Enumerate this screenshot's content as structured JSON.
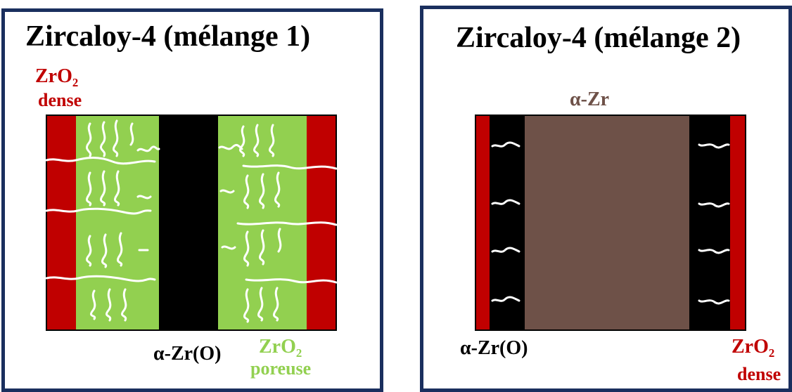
{
  "panel1": {
    "title": "Zircaloy-4 (mélange 1)",
    "zro2_dense_label": {
      "formula": "ZrO",
      "subscript": "2",
      "qualifier": "dense"
    },
    "alpha_zr_o_label": "α-Zr(O)",
    "zro2_porous_label": {
      "formula": "ZrO",
      "subscript": "2",
      "qualifier": "poreuse"
    }
  },
  "panel2": {
    "title": "Zircaloy-4 (mélange 2)",
    "alpha_zr_label": "α-Zr",
    "alpha_zr_o_label": "α-Zr(O)",
    "zro2_dense_label": {
      "formula": "ZrO",
      "subscript": "2",
      "qualifier": "dense"
    }
  },
  "colors": {
    "frame": "#1a2f5e",
    "zro2_dense": "#c00000",
    "zro2_porous": "#92d050",
    "alpha_zr_o": "#000000",
    "alpha_zr": "#6e5148",
    "crack": "#ffffff"
  }
}
